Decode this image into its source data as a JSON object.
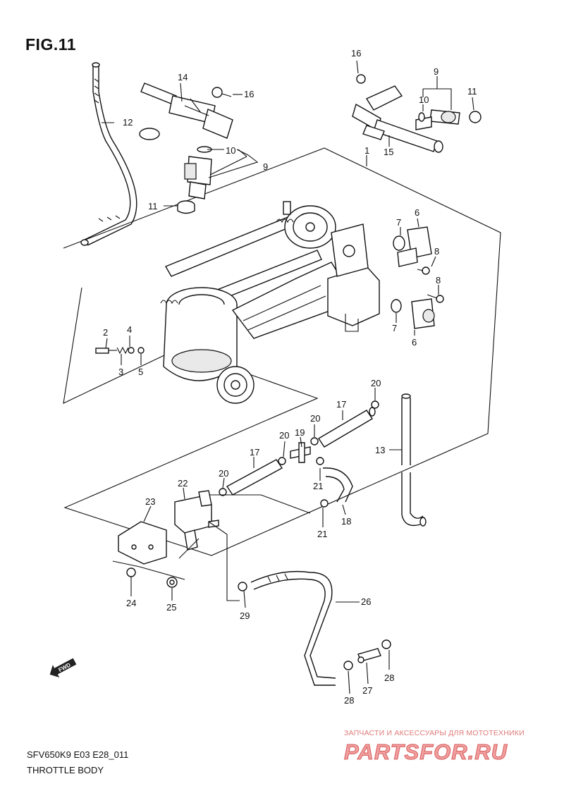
{
  "figure": {
    "title": "FIG.11",
    "model_code": "SFV650K9 E03 E28_011",
    "subtitle": "THROTTLE BODY"
  },
  "callouts": [
    "1",
    "2",
    "3",
    "4",
    "5",
    "6",
    "6",
    "7",
    "7",
    "8",
    "8",
    "9",
    "9",
    "10",
    "10",
    "11",
    "11",
    "12",
    "13",
    "14",
    "15",
    "16",
    "16",
    "17",
    "17",
    "18",
    "19",
    "20",
    "20",
    "20",
    "20",
    "20",
    "21",
    "21",
    "22",
    "23",
    "24",
    "25",
    "26",
    "27",
    "28",
    "28",
    "29"
  ],
  "fwd_label": "FWD",
  "watermark": {
    "tagline": "ЗАПЧАСТИ И АКСЕССУАРЫ ДЛЯ МОТОТЕХНИКИ",
    "brand": "PARTSFOR.RU"
  }
}
